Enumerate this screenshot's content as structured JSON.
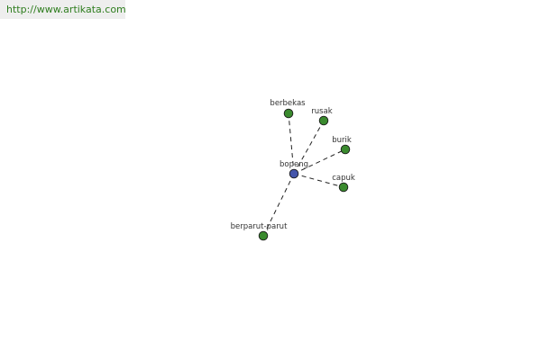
{
  "header": {
    "url": "http://www.artikata.com"
  },
  "graph": {
    "center": {
      "label": "bopeng",
      "color": "#4455aa"
    },
    "neighbor_color": "#3a8a2e",
    "neighbors": [
      {
        "label": "berbekas"
      },
      {
        "label": "rusak"
      },
      {
        "label": "burik"
      },
      {
        "label": "capuk"
      },
      {
        "label": "berparut-parut"
      }
    ]
  }
}
